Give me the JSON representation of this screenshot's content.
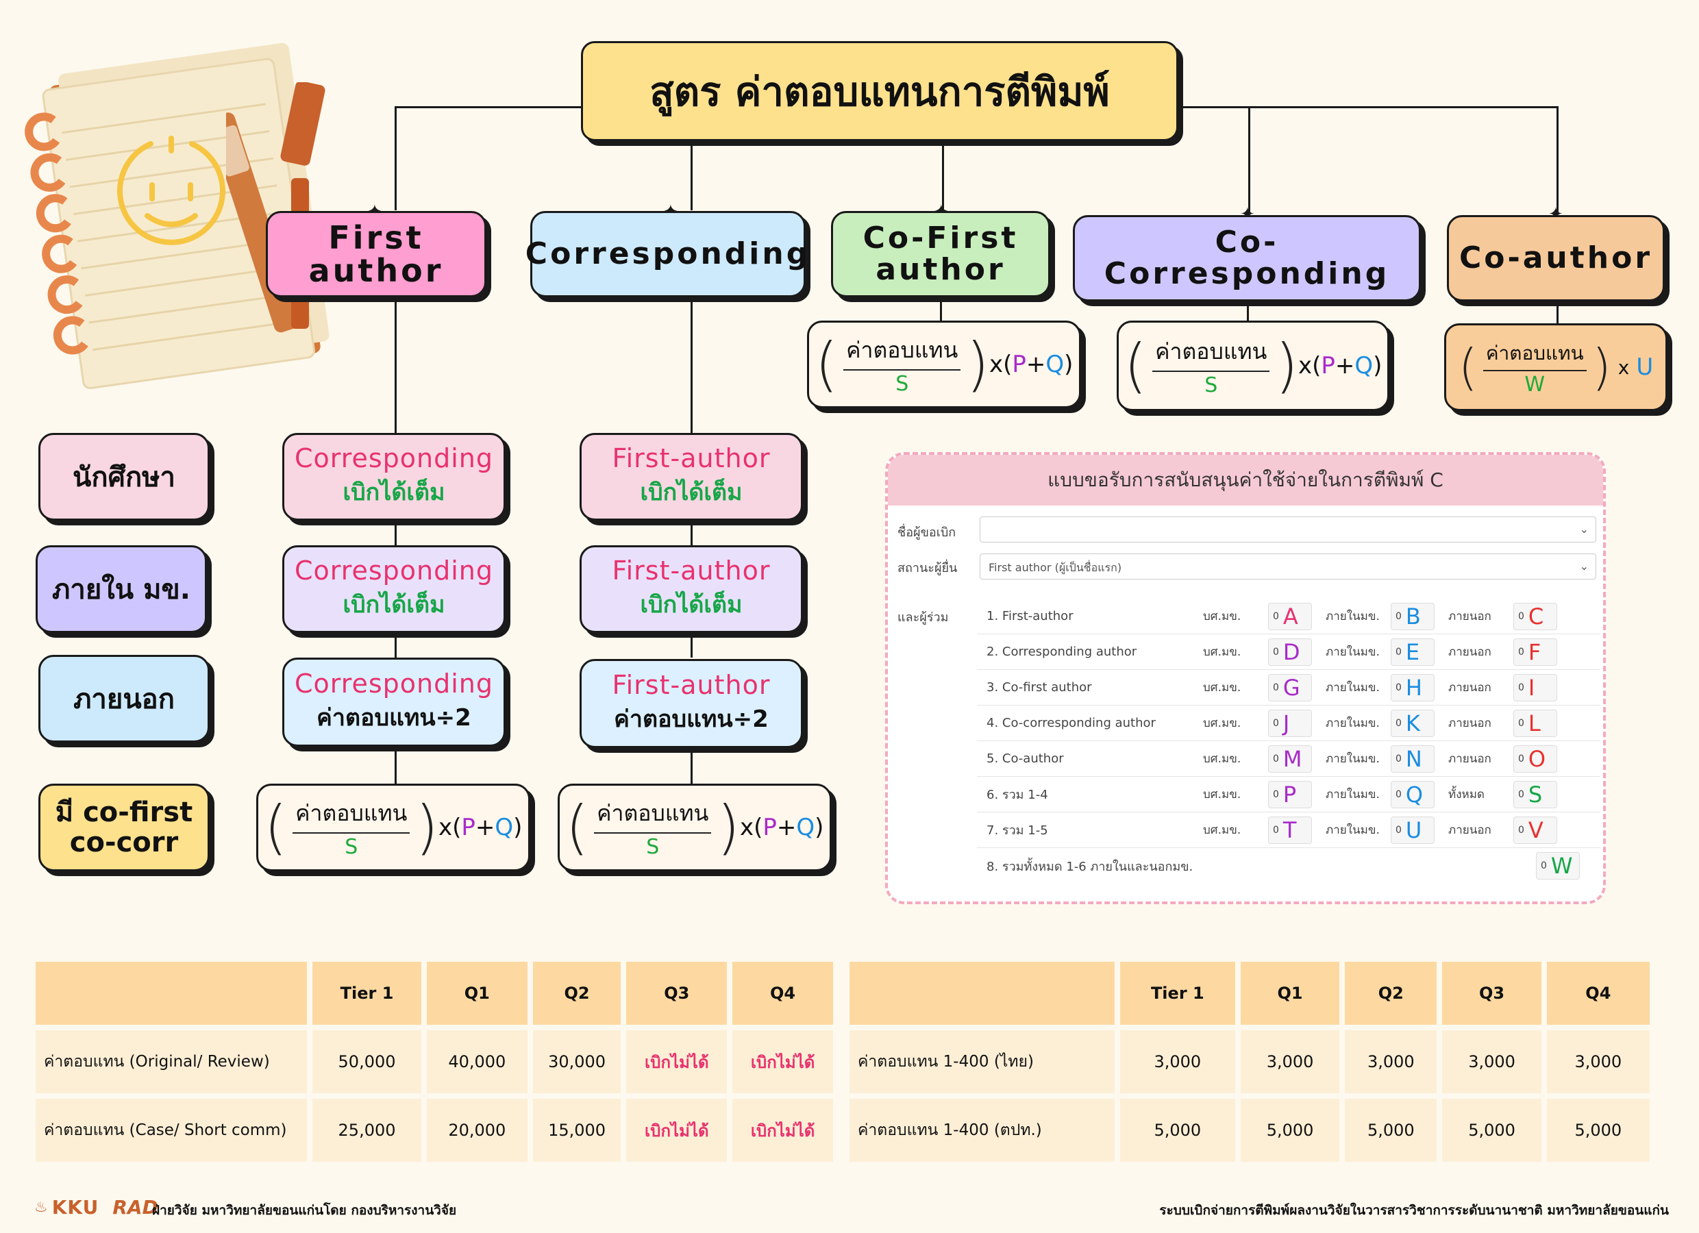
{
  "title": "สูตร ค่าตอบแทนการตีพิมพ์",
  "roles": {
    "first": "First author",
    "corresponding": "Corresponding",
    "cofirst": "Co-First author",
    "cocorr": "Co-Corresponding",
    "coauthor": "Co-author"
  },
  "formula": {
    "numerator": "ค่าตอบแทน",
    "denominator_s": "S",
    "denominator_w": "W",
    "times": "x",
    "open": "(",
    "p": "P",
    "plus": "+",
    "q": "Q",
    "close": ")",
    "u": "U"
  },
  "row_labels": [
    "นักศึกษา",
    "ภายใน มข.",
    "ภายนอก",
    "มี co-first co-corr"
  ],
  "col1": [
    {
      "top": "Corresponding",
      "bottom": "เบิกได้เต็ม"
    },
    {
      "top": "Corresponding",
      "bottom": "เบิกได้เต็ม"
    },
    {
      "top": "Corresponding",
      "bottom": "ค่าตอบแทน÷2"
    }
  ],
  "col2": [
    {
      "top": "First-author",
      "bottom": "เบิกได้เต็ม"
    },
    {
      "top": "First-author",
      "bottom": "เบิกได้เต็ม"
    },
    {
      "top": "First-author",
      "bottom": "ค่าตอบแทน÷2"
    }
  ],
  "form": {
    "title": "แบบขอรับการสนับสนุนค่าใช้จ่ายในการตีพิมพ์ C",
    "label_requester": "ชื่อผู้ขอเบิก",
    "label_status": "สถานะผู้ยื่น",
    "status_value": "First author (ผู้เป็นชื่อแรก)",
    "label_coauthors": "และผู้ร่วม",
    "rows": [
      {
        "name": "1. First-author",
        "c1": "บศ.มข.",
        "v1": "0",
        "k1": "A",
        "c2": "ภายในมข.",
        "v2": "0",
        "k2": "B",
        "c3": "ภายนอก",
        "v3": "0",
        "k3": "C"
      },
      {
        "name": "2. Corresponding author",
        "c1": "บศ.มข.",
        "v1": "0",
        "k1": "D",
        "c2": "ภายในมข.",
        "v2": "0",
        "k2": "E",
        "c3": "ภายนอก",
        "v3": "0",
        "k3": "F"
      },
      {
        "name": "3. Co-first author",
        "c1": "บศ.มข.",
        "v1": "0",
        "k1": "G",
        "c2": "ภายในมข.",
        "v2": "0",
        "k2": "H",
        "c3": "ภายนอก",
        "v3": "0",
        "k3": "I"
      },
      {
        "name": "4. Co-corresponding author",
        "c1": "บศ.มข.",
        "v1": "0",
        "k1": "J",
        "c2": "ภายในมข.",
        "v2": "0",
        "k2": "K",
        "c3": "ภายนอก",
        "v3": "0",
        "k3": "L"
      },
      {
        "name": "5. Co-author",
        "c1": "บศ.มข.",
        "v1": "0",
        "k1": "M",
        "c2": "ภายในมข.",
        "v2": "0",
        "k2": "N",
        "c3": "ภายนอก",
        "v3": "0",
        "k3": "O"
      },
      {
        "name": "6. รวม 1-4",
        "c1": "บศ.มข.",
        "v1": "0",
        "k1": "P",
        "c2": "ภายในมข.",
        "v2": "0",
        "k2": "Q",
        "c3": "ทั้งหมด",
        "v3": "0",
        "k3": "S"
      },
      {
        "name": "7. รวม 1-5",
        "c1": "บศ.มข.",
        "v1": "0",
        "k1": "T",
        "c2": "ภายในมข.",
        "v2": "0",
        "k2": "U",
        "c3": "ภายนอก",
        "v3": "0",
        "k3": "V"
      }
    ],
    "total_label": "8. รวมทั้งหมด 1-6 ภายในและนอกมข.",
    "total_value": "0",
    "total_key": "W"
  },
  "table_left": {
    "headers": [
      "",
      "Tier 1",
      "Q1",
      "Q2",
      "Q3",
      "Q4"
    ],
    "rows": [
      [
        "ค่าตอบแทน (Original/ Review)",
        "50,000",
        "40,000",
        "30,000",
        "เบิกไม่ได้",
        "เบิกไม่ได้"
      ],
      [
        "ค่าตอบแทน (Case/ Short comm)",
        "25,000",
        "20,000",
        "15,000",
        "เบิกไม่ได้",
        "เบิกไม่ได้"
      ]
    ]
  },
  "table_right": {
    "headers": [
      "",
      "Tier 1",
      "Q1",
      "Q2",
      "Q3",
      "Q4"
    ],
    "rows": [
      [
        "ค่าตอบแทน 1-400 (ไทย)",
        "3,000",
        "3,000",
        "3,000",
        "3,000",
        "3,000"
      ],
      [
        "ค่าตอบแทน 1-400 (ตปท.)",
        "5,000",
        "5,000",
        "5,000",
        "5,000",
        "5,000"
      ]
    ]
  },
  "footer": {
    "logo1": "KKU",
    "logo2": "RAD",
    "left": "ฝ่ายวิจัย มหาวิทยาลัยขอนแก่นโดย กองบริหารงานวิจัย",
    "right": "ระบบเบิกจ่ายการตีพิมพ์ผลงานวิจัยในวารสารวิชาการระดับนานาชาติ มหาวิทยาลัยขอนแก่น"
  },
  "colors": {
    "pink": "#ff9ed0",
    "blue": "#cdeafc",
    "green": "#c9eebe",
    "purple": "#cec7ff",
    "orange": "#f6c99a",
    "yellow": "#fde18d",
    "accent_red": "#e8326e",
    "accent_green": "#17a648"
  },
  "icons": [
    "notebook-illustration",
    "smiley-icon",
    "pen-icon",
    "star-icon"
  ]
}
